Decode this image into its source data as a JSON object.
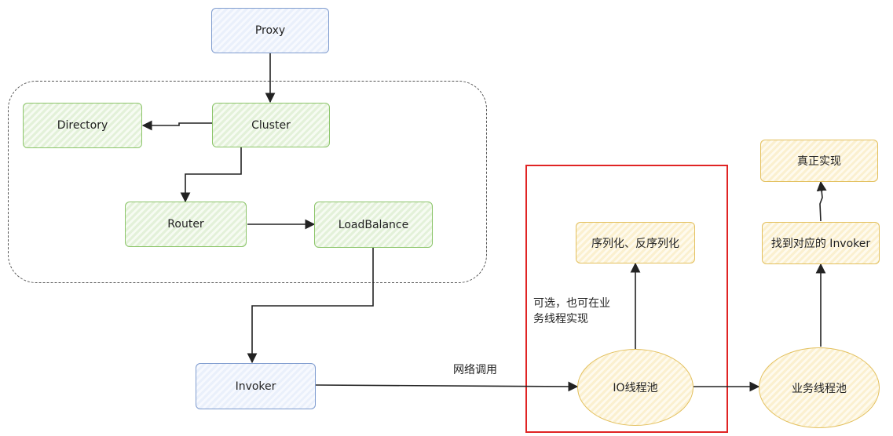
{
  "nodes": {
    "proxy": "Proxy",
    "cluster": "Cluster",
    "directory": "Directory",
    "router": "Router",
    "loadbalance": "LoadBalance",
    "invoker": "Invoker",
    "io_pool": "IO线程池",
    "serialization": "序列化、反序列化",
    "biz_pool": "业务线程池",
    "find_invoker": "找到对应的 Invoker",
    "real_impl": "真正实现"
  },
  "labels": {
    "network_call": "网络调用",
    "optional_line1": "可选，也可在业",
    "optional_line2": "务线程实现"
  },
  "colors": {
    "blue_border": "#7f9ccf",
    "green_border": "#8cc56a",
    "yellow_border": "#e3c05e",
    "highlight_border": "#e02424"
  }
}
